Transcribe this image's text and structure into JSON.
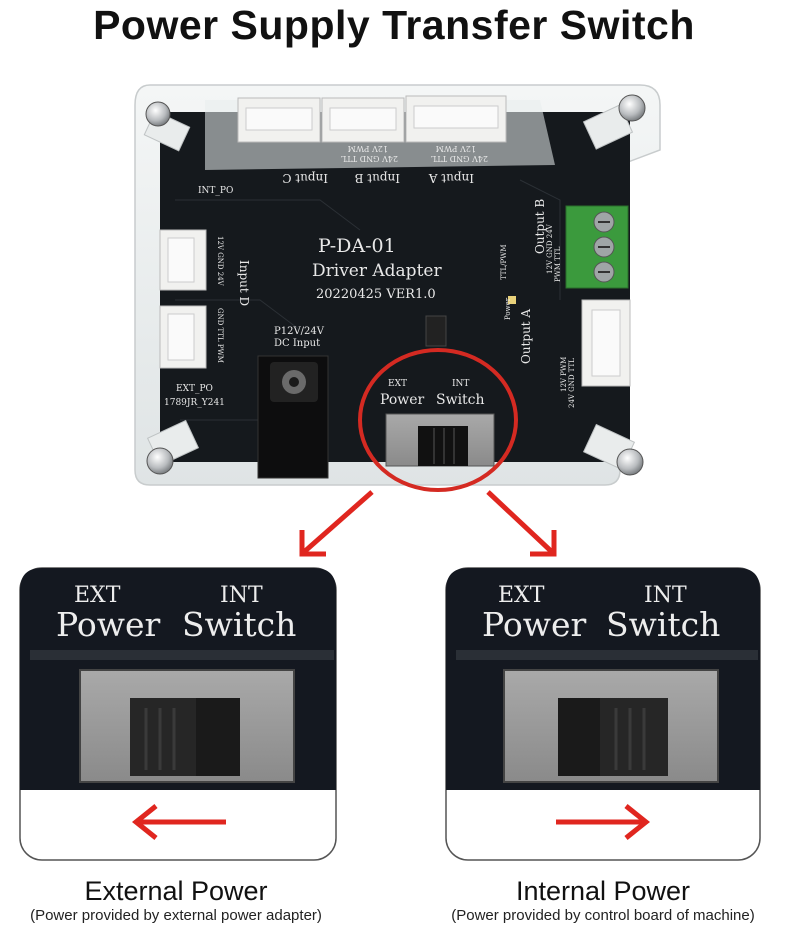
{
  "title": "Power Supply Transfer Switch",
  "board": {
    "name": "P-DA-01",
    "subtitle": "Driver Adapter",
    "version": "20220425 VER1.0",
    "input_b": "Input B",
    "input_a": "Input A",
    "input_c": "Input C",
    "input_d": "Input D",
    "output_a": "Output A",
    "output_b": "Output B",
    "dc_input_1": "P12V/24V",
    "dc_input_2": "DC Input",
    "int_po": "INT_PO",
    "ext_po": "EXT_PO",
    "code": "1789JR_Y241",
    "power": "Power",
    "ttl_pwm": "TTL/PWM",
    "pins_b": "24V GND TTL",
    "pins_b2": "12V PWM",
    "pins_a": "24V GND TTL",
    "pins_a2": "12V PWM",
    "pins_out_b": "12V GND 24V",
    "pins_out_b2": "PWM TTL",
    "pins_out_a": "12V PWM",
    "pins_out_a2": "24V GND TTL",
    "pins_d": "12V GND 24V",
    "pins_d2": "GND TTL PWM"
  },
  "switch_labels": {
    "ext": "EXT",
    "int": "INT",
    "power": "Power",
    "switch": "Switch"
  },
  "left_panel": {
    "caption": "External Power",
    "note": "(Power provided by external power adapter)",
    "arrow_direction": "left"
  },
  "right_panel": {
    "caption": "Internal Power",
    "note": "(Power provided by control board of machine)",
    "arrow_direction": "right"
  },
  "colors": {
    "board": "#15191d",
    "arrow": "#e0261f",
    "terminal": "#3b9a3d"
  }
}
